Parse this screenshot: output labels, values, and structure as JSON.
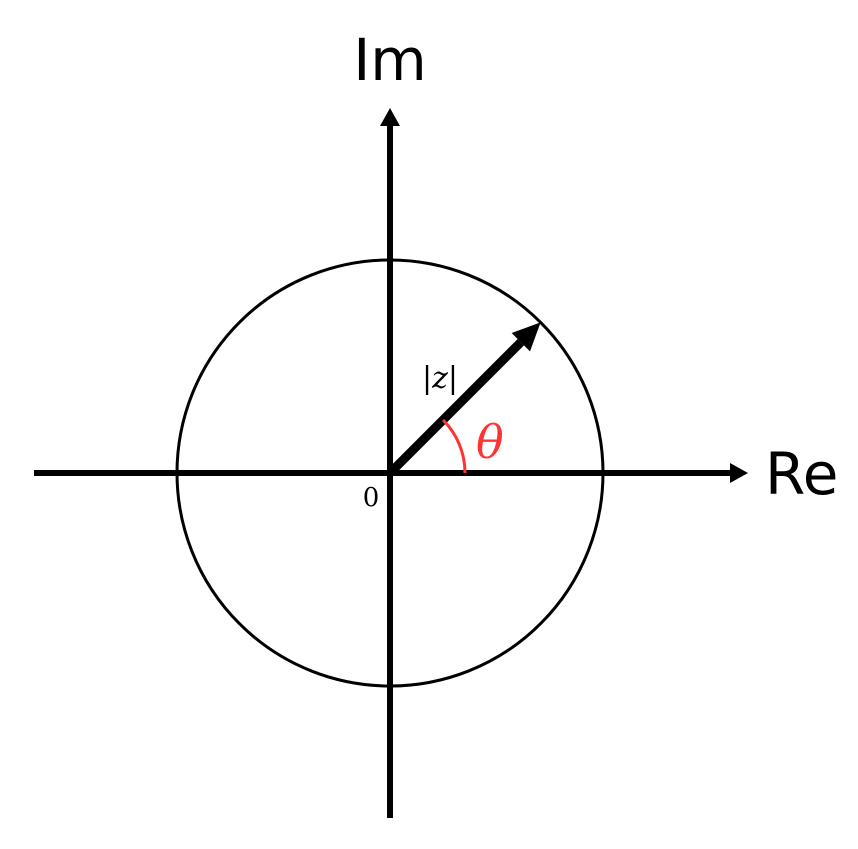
{
  "labels": {
    "imaginary_axis": "Im",
    "real_axis": "Re",
    "origin": "0",
    "modulus": "|z|",
    "angle": "θ"
  },
  "colors": {
    "ink": "#000000",
    "angle": "#ff3333",
    "background": "#ffffff"
  },
  "figure": {
    "angle_degrees": 45,
    "vector_length_fraction": 1.0
  }
}
